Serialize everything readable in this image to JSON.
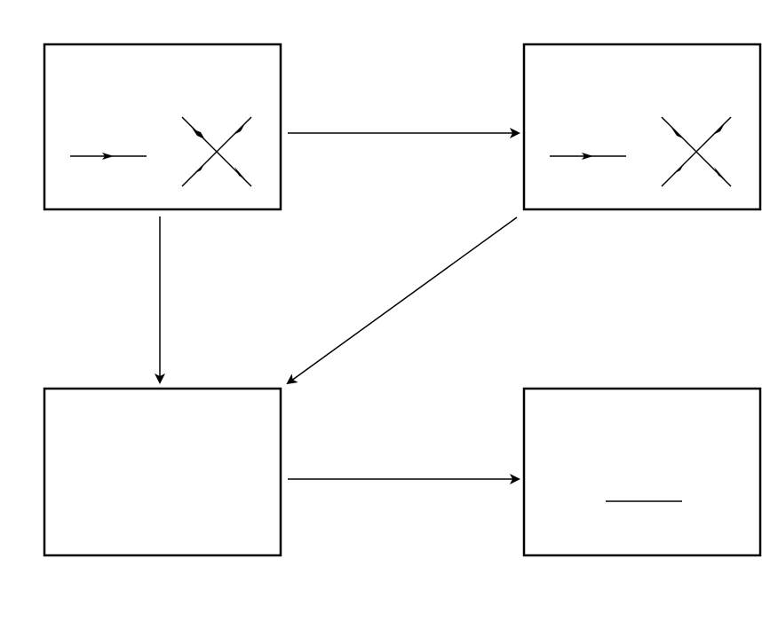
{
  "diagram": {
    "description_visible_text": "",
    "colors": {
      "stroke": "#000000",
      "background": "#ffffff"
    },
    "nodes": [
      {
        "id": "top-left",
        "content": [
          "directed-line-glyph",
          "crossing-lines-glyph"
        ]
      },
      {
        "id": "top-right",
        "content": [
          "directed-line-glyph",
          "crossing-lines-glyph"
        ]
      },
      {
        "id": "bottom-left",
        "content": []
      },
      {
        "id": "bottom-right",
        "content": [
          "plain-line-glyph"
        ]
      }
    ],
    "edges": [
      {
        "from": "top-left",
        "to": "top-right"
      },
      {
        "from": "top-left",
        "to": "bottom-left"
      },
      {
        "from": "top-right",
        "to": "bottom-left"
      },
      {
        "from": "bottom-left",
        "to": "bottom-right"
      }
    ]
  }
}
